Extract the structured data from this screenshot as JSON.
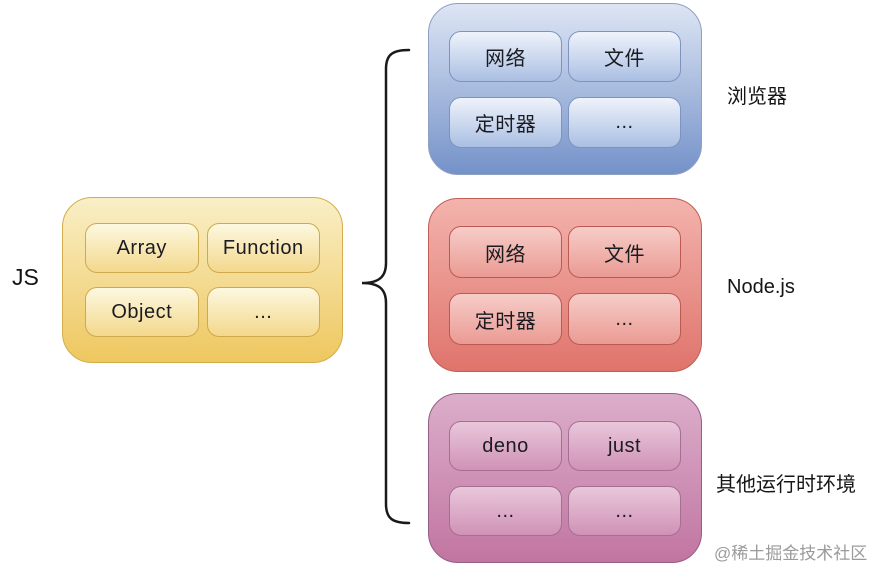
{
  "js_group": {
    "label": "JS",
    "items": [
      "Array",
      "Function",
      "Object",
      "..."
    ],
    "color_top": "#f9efc6",
    "color_bottom": "#eec75f"
  },
  "environments": [
    {
      "label": "浏览器",
      "items": [
        "网络",
        "文件",
        "定时器",
        "..."
      ],
      "color_top": "#dde5f4",
      "color_bottom": "#7492c9"
    },
    {
      "label": "Node.js",
      "items": [
        "网络",
        "文件",
        "定时器",
        "..."
      ],
      "color_top": "#f3b3ad",
      "color_bottom": "#df746c"
    },
    {
      "label": "其他运行时环境",
      "items": [
        "deno",
        "just",
        "...",
        "..."
      ],
      "color_top": "#dcaecb",
      "color_bottom": "#c175a1"
    }
  ],
  "watermark": "@稀土掘金技术社区"
}
